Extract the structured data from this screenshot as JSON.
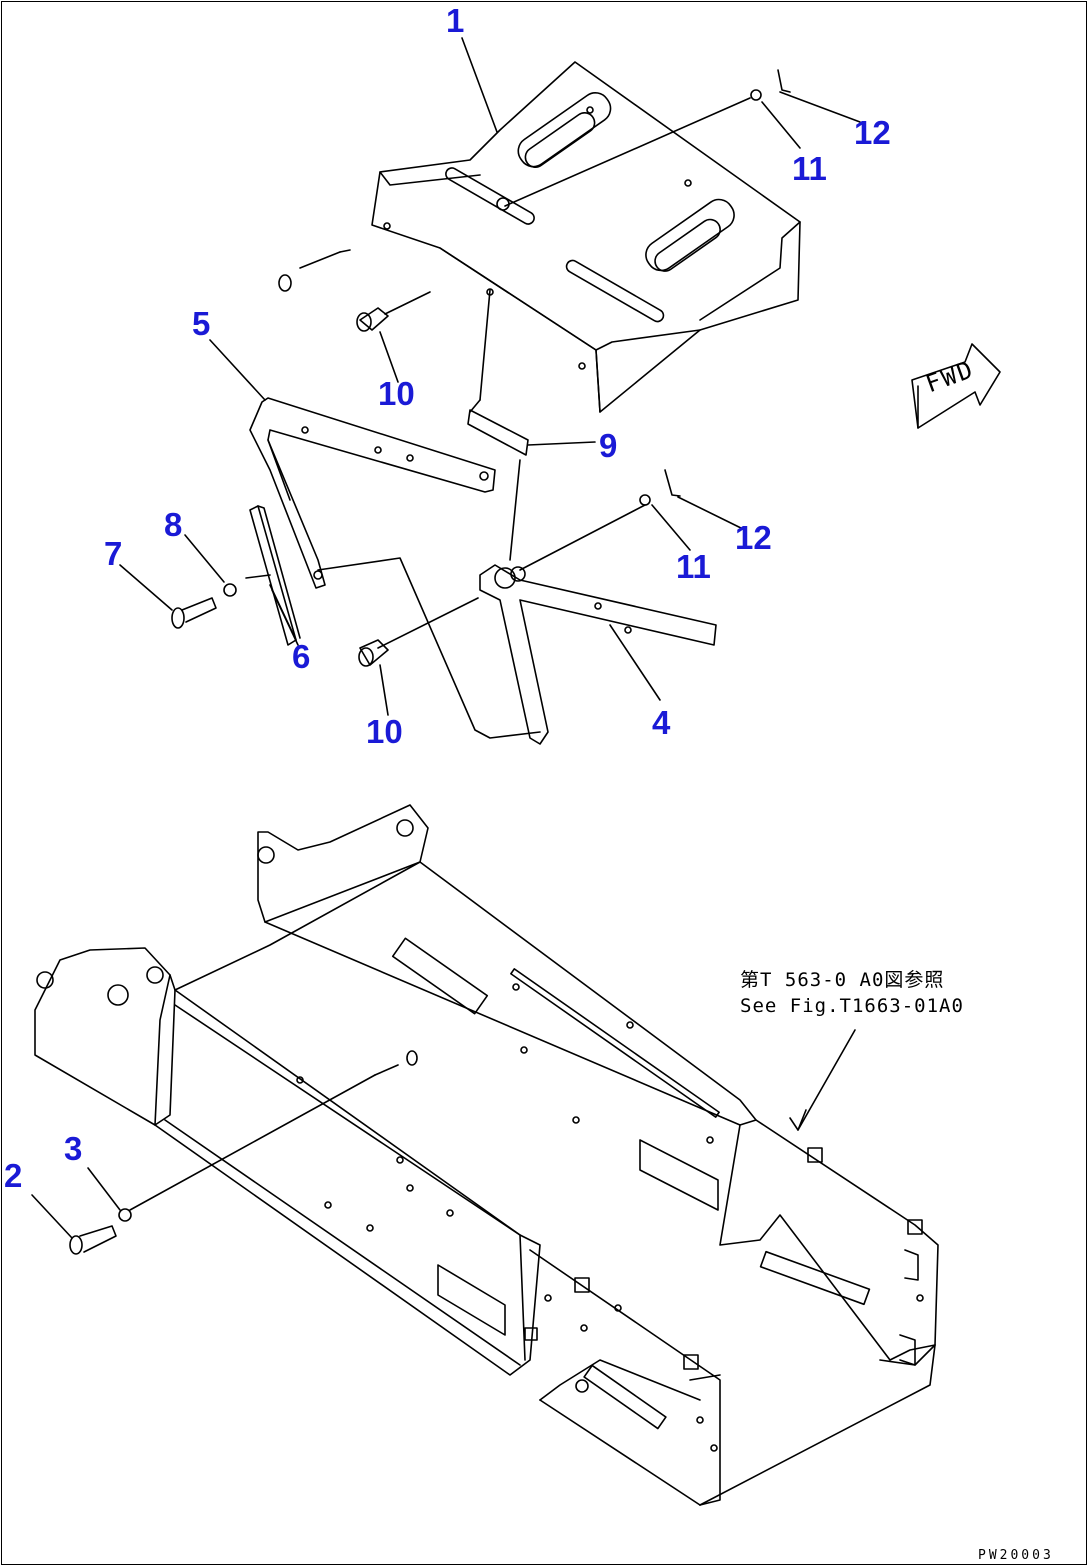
{
  "callouts": {
    "c1": "1",
    "c2": "2",
    "c3": "3",
    "c4": "4",
    "c5": "5",
    "c6": "6",
    "c7": "7",
    "c8": "8",
    "c9": "9",
    "c10a": "10",
    "c10b": "10",
    "c11a": "11",
    "c11b": "11",
    "c12a": "12",
    "c12b": "12"
  },
  "fwd_label": "FWD",
  "reference_note": {
    "line1": "第T 563-0 A0図参照",
    "line2": "See Fig.T1663-01A0"
  },
  "drawing_code": "PW20003",
  "colors": {
    "callout": "#1a1ad6",
    "line": "#000000",
    "background": "#ffffff"
  }
}
